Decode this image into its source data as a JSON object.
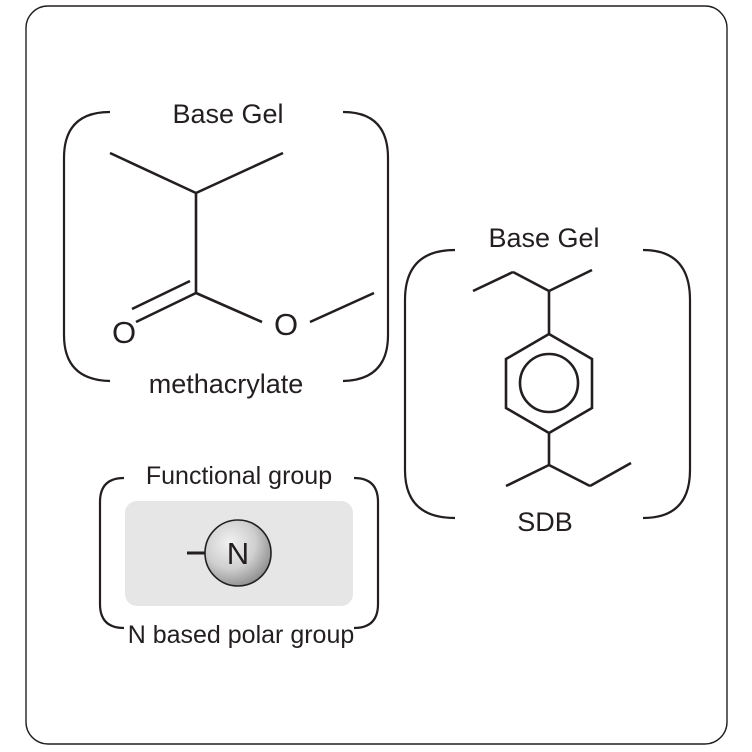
{
  "methacrylate_panel": {
    "title": "Base Gel",
    "caption": "methacrylate",
    "atoms": {
      "carbonyl_oxygen": "O",
      "ester_oxygen": "O"
    }
  },
  "sdb_panel": {
    "title": "Base Gel",
    "caption": "SDB"
  },
  "functional_panel": {
    "title": "Functional group",
    "caption": "N based polar group",
    "atom": "N"
  },
  "colors": {
    "ink": "#231f20",
    "frame": "#231f20",
    "functional_background": "#e6e6e6",
    "sphere_highlight": "#f2f2f2",
    "sphere_shadow": "#8c8c8c"
  }
}
